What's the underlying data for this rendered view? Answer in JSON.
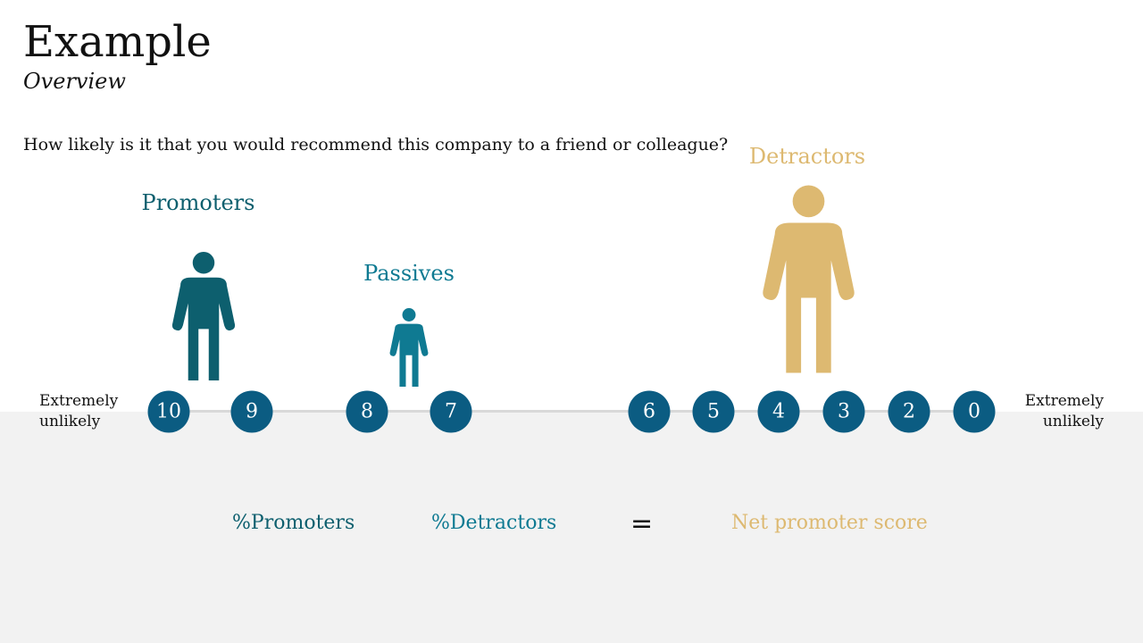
{
  "header": {
    "title": "Example",
    "subtitle": "Overview"
  },
  "question": "How likely is it that you would recommend this company to a friend or colleague?",
  "categories": {
    "promoters": {
      "label": "Promoters",
      "color": "#0d5f6e"
    },
    "passives": {
      "label": "Passives",
      "color": "#0f7a92"
    },
    "detractors": {
      "label": "Detractors",
      "color": "#ddb971"
    }
  },
  "scale": {
    "left_end": [
      "Extremely",
      "unlikely"
    ],
    "right_end": [
      "Extremely",
      "unlikely"
    ],
    "points": [
      "10",
      "9",
      "8",
      "7",
      "6",
      "5",
      "4",
      "3",
      "2",
      "0"
    ],
    "circle_color": "#0b5c82"
  },
  "formula": {
    "promoters_term": "%Promoters",
    "detractors_term": "%Detractors",
    "equals": "=",
    "result": "Net promoter score"
  },
  "icons": [
    "person-icon"
  ]
}
